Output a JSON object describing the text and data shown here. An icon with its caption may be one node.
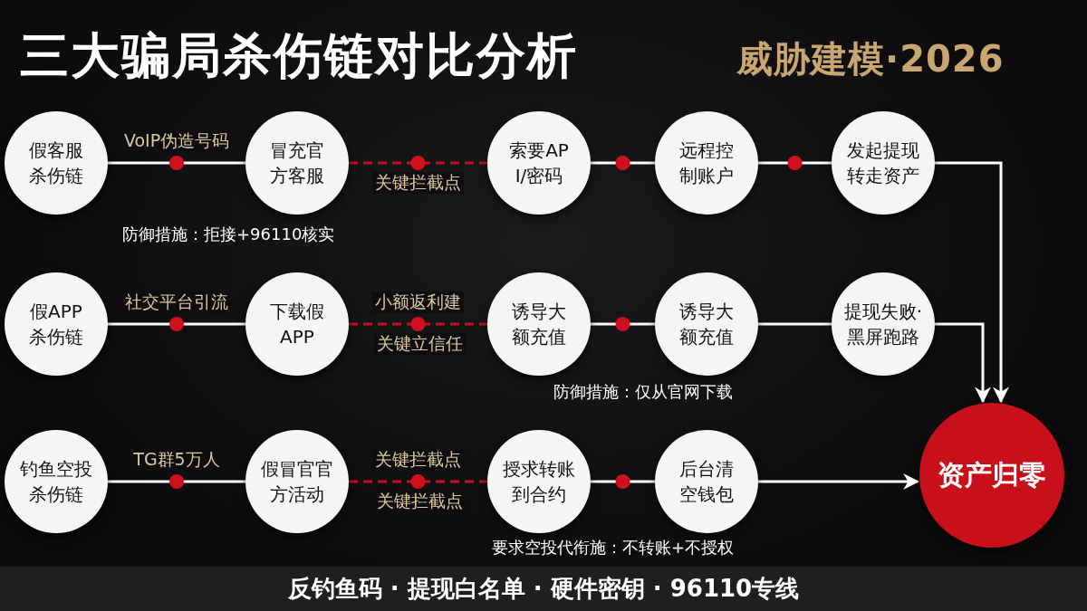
{
  "diagram": {
    "title": "三大骗局杀伤链对比分析",
    "nodes": [
      {
        "text": [
          "假客服杀伤链"
        ]
      },
      {
        "text": [
          "冒充官方客服"
        ]
      },
      {
        "text": [
          "索要API/密码"
        ]
      },
      {
        "text": [
          "远程控制账户"
        ]
      },
      {
        "text": [
          "发起提现转走资产"
        ]
      },
      {
        "text": [
          "假APP杀伤链"
        ]
      },
      {
        "text": [
          "下载假APP"
        ]
      },
      {
        "text": [
          "诱导大额充值"
        ]
      },
      {
        "text": [
          "诱导大额充值"
        ]
      },
      {
        "text": [
          "提现失败·黑屏跑路"
        ]
      },
      {
        "text": [
          "钓鱼空投杀伤链"
        ]
      },
      {
        "text": [
          "假冒官官方活动"
        ]
      },
      {
        "text": [
          "授求转账到合约"
        ]
      },
      {
        "text": [
          "后台清空钱包"
        ]
      },
      {
        "text": [
          "资产归零"
        ]
      }
    ],
    "edges": [
      {
        "from": 0,
        "to": 1,
        "arrow": "none",
        "label": "VoIP伪造号码"
      },
      {
        "from": 1,
        "to": 2,
        "arrow": "none",
        "label": "关键拦截点",
        "style": "dashed",
        "color": "#c8101a"
      },
      {
        "from": 2,
        "to": 3,
        "arrow": "none"
      },
      {
        "from": 3,
        "to": 4,
        "arrow": "none"
      },
      {
        "from": 4,
        "to": 14,
        "arrow": "to"
      },
      {
        "from": 5,
        "to": 6,
        "arrow": "none",
        "label": "社交平台引流"
      },
      {
        "from": 6,
        "to": 7,
        "arrow": "none",
        "label": "小额返利建",
        "style": "dashed",
        "color": "#c8101a"
      },
      {
        "from": 7,
        "to": 8,
        "arrow": "none"
      },
      {
        "from": 8,
        "to": 9,
        "arrow": "none"
      },
      {
        "from": 9,
        "to": 14,
        "arrow": "to"
      },
      {
        "from": 10,
        "to": 11,
        "arrow": "none",
        "label": "TG群5万人"
      },
      {
        "from": 11,
        "to": 12,
        "arrow": "none",
        "label": "关键拦截点",
        "style": "dashed",
        "color": "#c8101a"
      },
      {
        "from": 12,
        "to": 13,
        "arrow": "none"
      },
      {
        "from": 13,
        "to": 14,
        "arrow": "to"
      }
    ],
    "labels": [
      "威胁建模·2026",
      "防御措施：拒接+96110核实",
      "关键立信任",
      "防御措施：仅从官网下载",
      "关键拦截点",
      "要求空投代衔施：不转账+不授权",
      "反钓鱼码 · 提现白名单 · 硬件密钥 · 96110专线"
    ]
  }
}
